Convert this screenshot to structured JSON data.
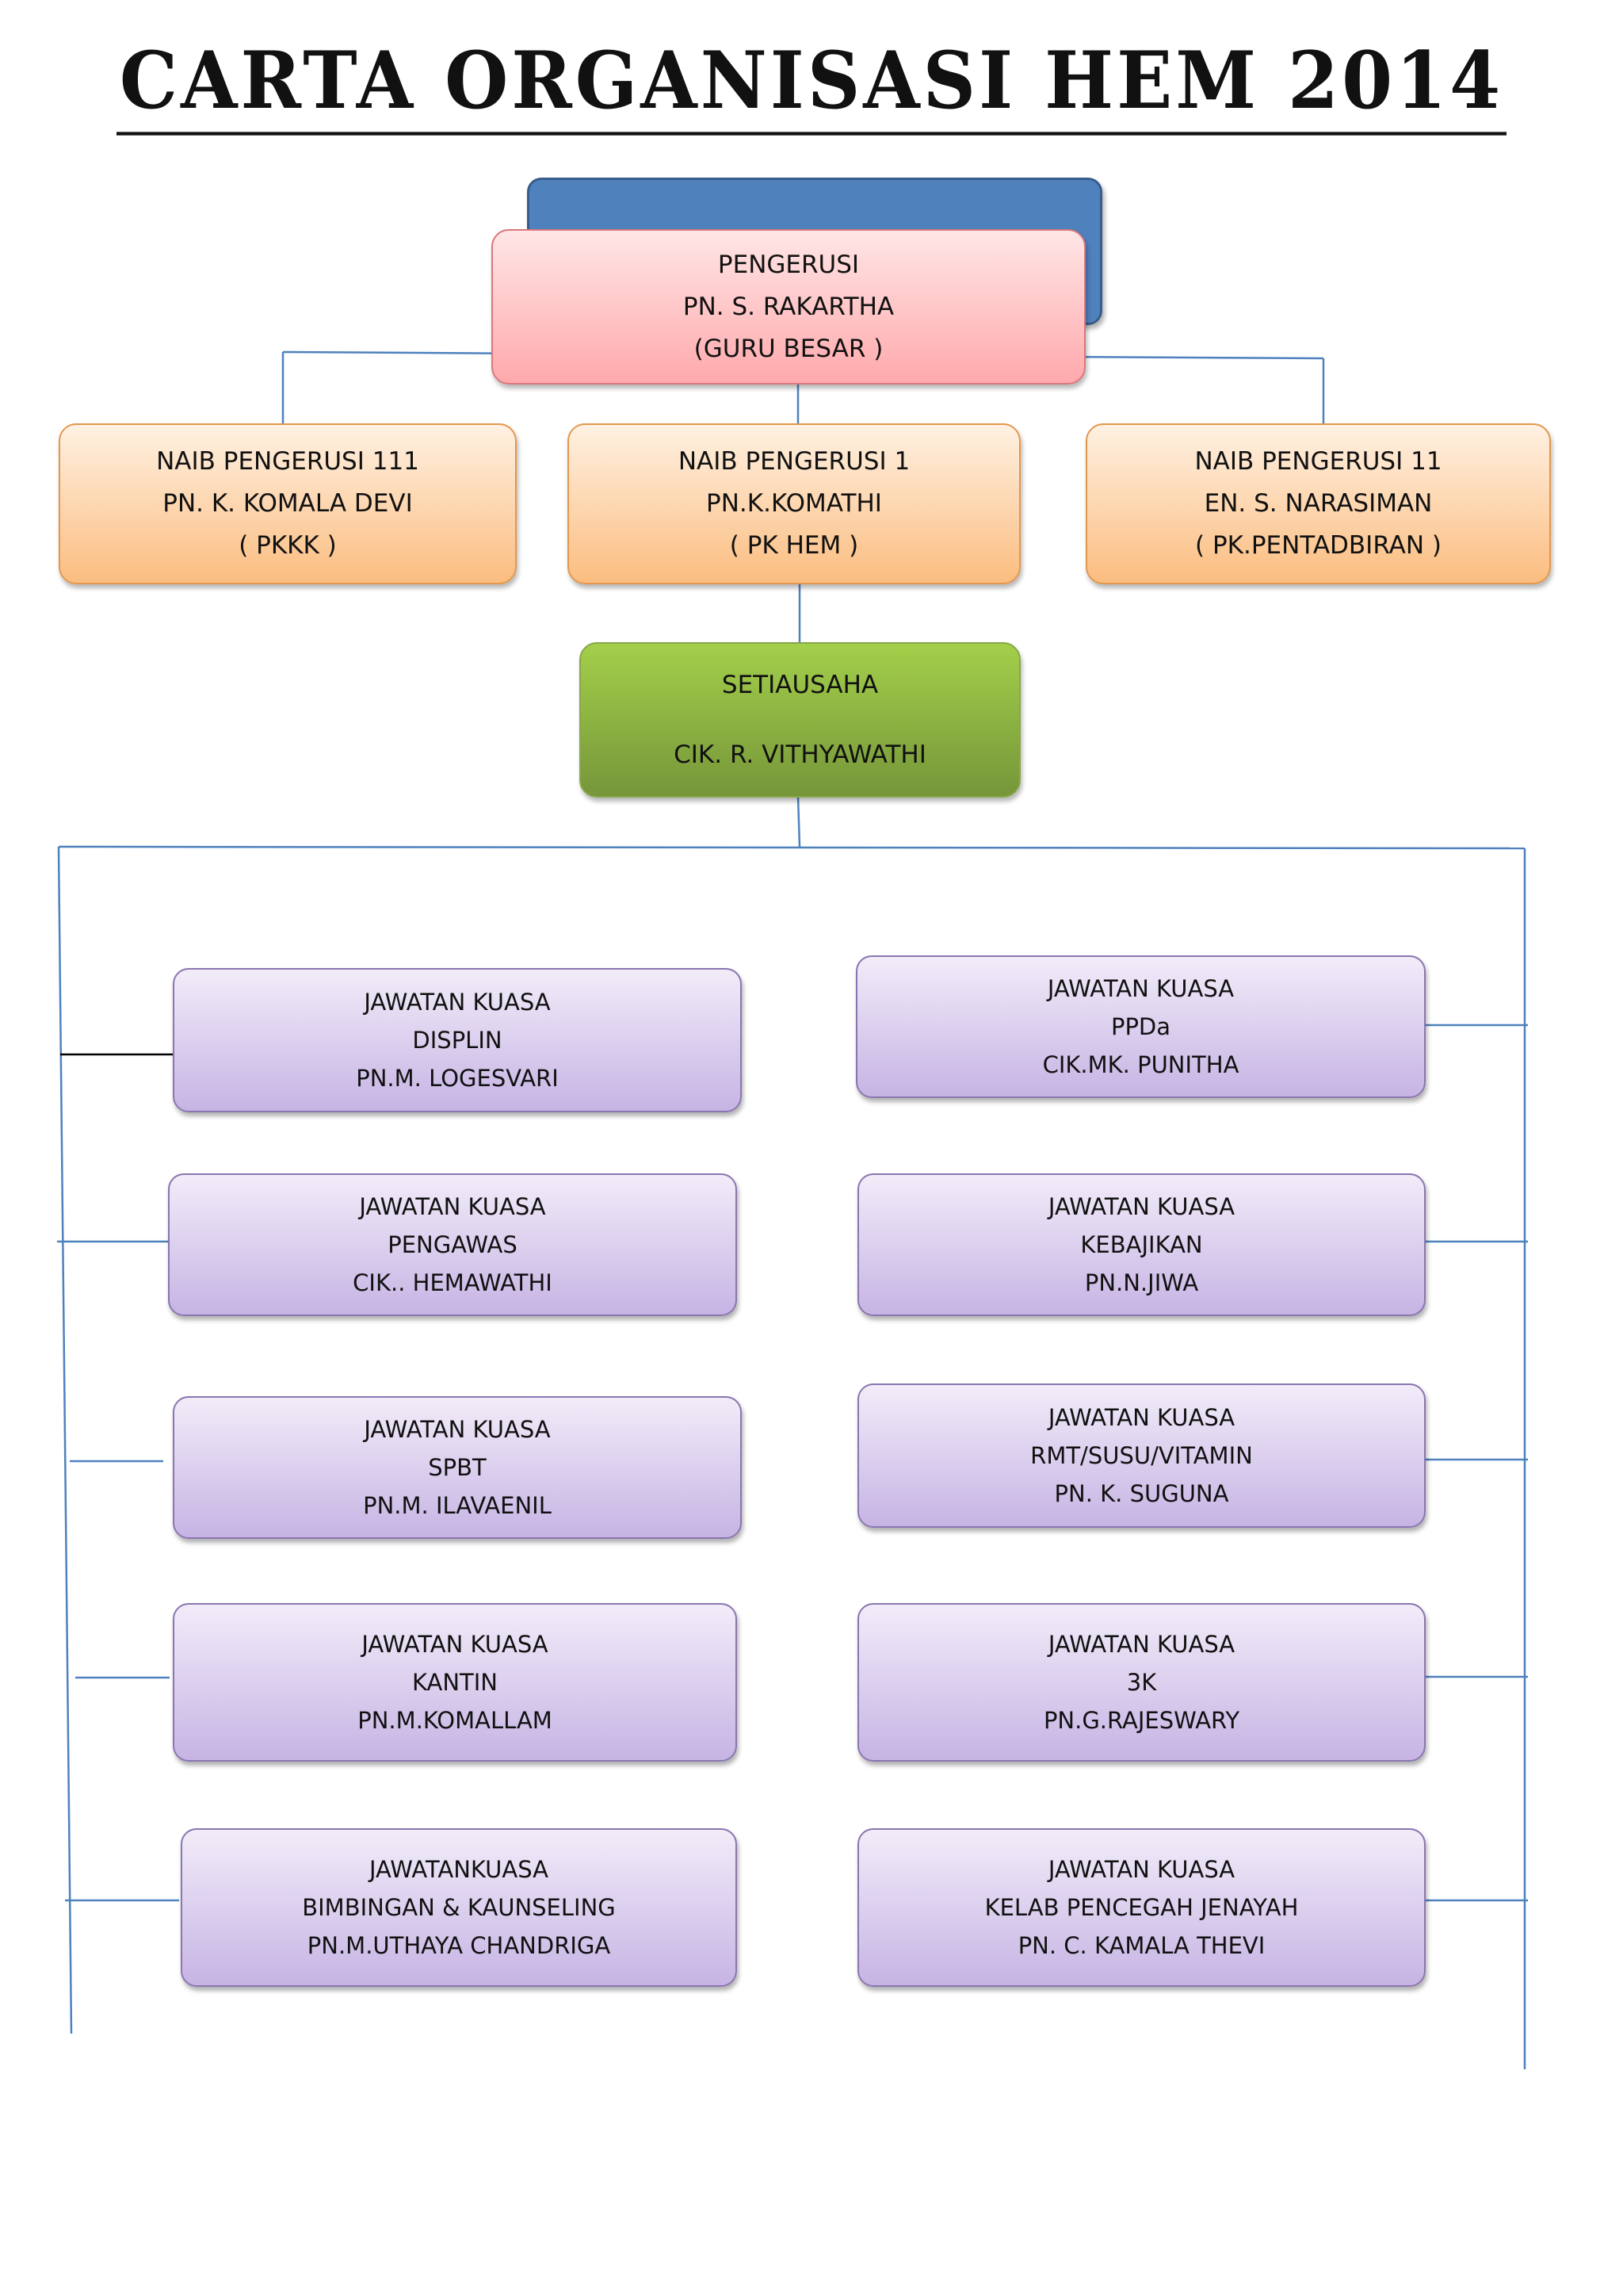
{
  "title": "CARTA ORGANISASI HEM 2014",
  "chair": {
    "role": "PENGERUSI",
    "name": "PN. S. RAKARTHA",
    "post": "(GURU BESAR )"
  },
  "vice_chairs": [
    {
      "role": "NAIB PENGERUSI 111",
      "name": "PN. K. KOMALA DEVI",
      "post": "( PKKK )"
    },
    {
      "role": "NAIB PENGERUSI 1",
      "name": "PN.K.KOMATHI",
      "post": "( PK HEM )"
    },
    {
      "role": "NAIB PENGERUSI 11",
      "name": "EN. S. NARASIMAN",
      "post": "( PK.PENTADBIRAN )"
    }
  ],
  "secretary": {
    "role": "SETIAUSAHA",
    "name": "CIK. R. VITHYAWATHI"
  },
  "committees_left": [
    {
      "line1": "JAWATAN KUASA",
      "line2": "DISPLIN",
      "line3": "PN.M. LOGESVARI"
    },
    {
      "line1": "JAWATAN KUASA",
      "line2": "PENGAWAS",
      "line3": "CIK.. HEMAWATHI"
    },
    {
      "line1": "JAWATAN KUASA",
      "line2": "SPBT",
      "line3": "PN.M. ILAVAENIL"
    },
    {
      "line1": "JAWATAN KUASA",
      "line2": "KANTIN",
      "line3": "PN.M.KOMALLAM"
    },
    {
      "line1": "JAWATANKUASA",
      "line2": "BIMBINGAN & KAUNSELING",
      "line3": "PN.M.UTHAYA CHANDRIGA"
    }
  ],
  "committees_right": [
    {
      "line1": "JAWATAN KUASA",
      "line2": "PPDa",
      "line3": "CIK.MK. PUNITHA"
    },
    {
      "line1": "JAWATAN KUASA",
      "line2": "KEBAJIKAN",
      "line3": "PN.N.JIWA"
    },
    {
      "line1": "JAWATAN KUASA",
      "line2": "RMT/SUSU/VITAMIN",
      "line3": "PN. K. SUGUNA"
    },
    {
      "line1": "JAWATAN KUASA",
      "line2": "3K",
      "line3": "PN.G.RAJESWARY"
    },
    {
      "line1": "JAWATAN KUASA",
      "line2": "KELAB PENCEGAH JENAYAH",
      "line3": "PN. C. KAMALA THEVI"
    }
  ],
  "colors": {
    "connector": "#4f81bd",
    "chair_fill": "#ffb3b5",
    "vice_fill": "#fbc590",
    "secretary_fill": "#8db441",
    "committee_fill": "#d6c9ee"
  }
}
